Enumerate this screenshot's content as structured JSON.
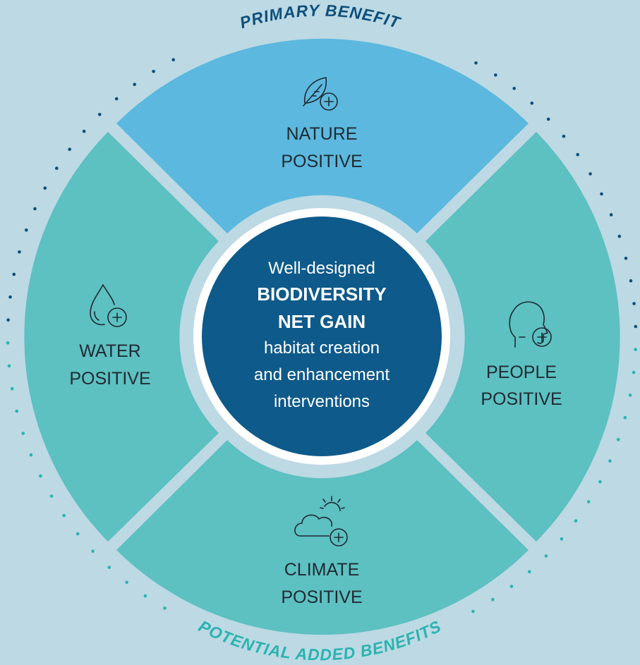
{
  "colors": {
    "background": "#bcd9e4",
    "primary_segment": "#5cb8de",
    "secondary_segment": "#5dc0c1",
    "center_fill": "#0e5a8a",
    "center_ring": "#ffffff",
    "outer_dots_top": "#0e4f7a",
    "outer_dots_bottom": "#2bb3b0",
    "primary_text": "#0e4f7a",
    "potential_text": "#2bb3b0",
    "segment_text": "#1f2a33"
  },
  "outer_ring": {
    "primary_label": "PRIMARY BENEFIT",
    "potential_label": "POTENTIAL ADDED BENEFITS"
  },
  "segments": {
    "nature": {
      "line1": "NATURE",
      "line2": "POSITIVE",
      "icon": "leaf-plus-icon"
    },
    "people": {
      "line1": "PEOPLE",
      "line2": "POSITIVE",
      "icon": "head-plus-icon"
    },
    "climate": {
      "line1": "CLIMATE",
      "line2": "POSITIVE",
      "icon": "cloud-sun-plus-icon"
    },
    "water": {
      "line1": "WATER",
      "line2": "POSITIVE",
      "icon": "water-drop-plus-icon"
    }
  },
  "center": {
    "line1": "Well-designed",
    "line2": "BIODIVERSITY",
    "line3": "NET GAIN",
    "line4": "habitat creation",
    "line5": "and enhancement",
    "line6": "interventions"
  }
}
